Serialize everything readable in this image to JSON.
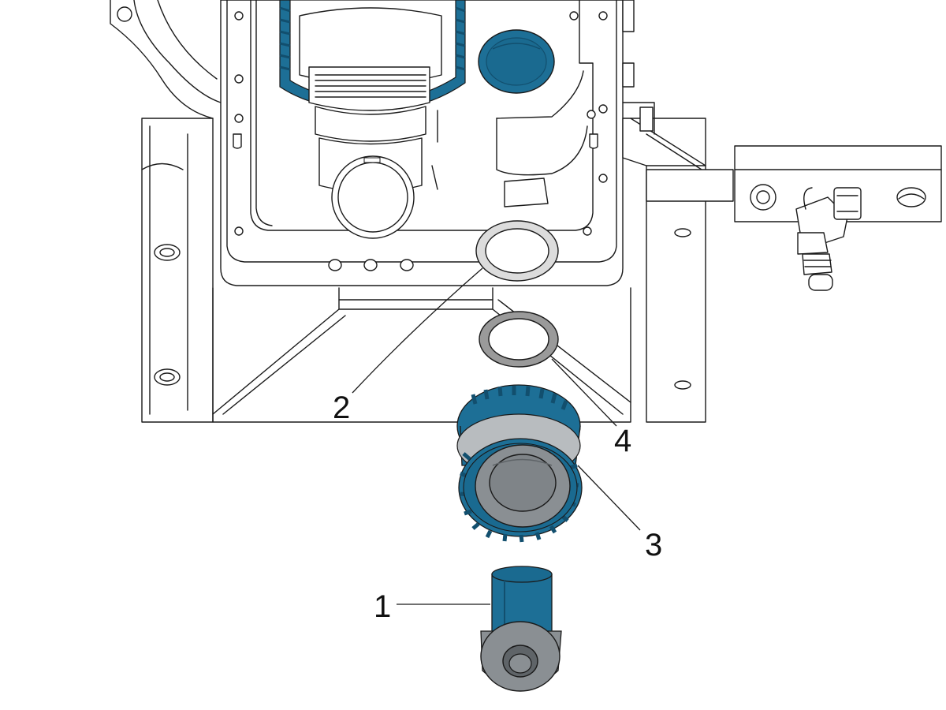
{
  "colors": {
    "accent_blue": "#1d6f96",
    "accent_blue_dark": "#124f6e",
    "part_gray": "#8a8f93",
    "part_gray_dark": "#5f6468",
    "washer_light": "#dcdcdc",
    "washer_dark": "#9a9a9a",
    "line": "#1a1a1a"
  },
  "callouts": {
    "c1": "1",
    "c2": "2",
    "c3": "3",
    "c4": "4"
  }
}
